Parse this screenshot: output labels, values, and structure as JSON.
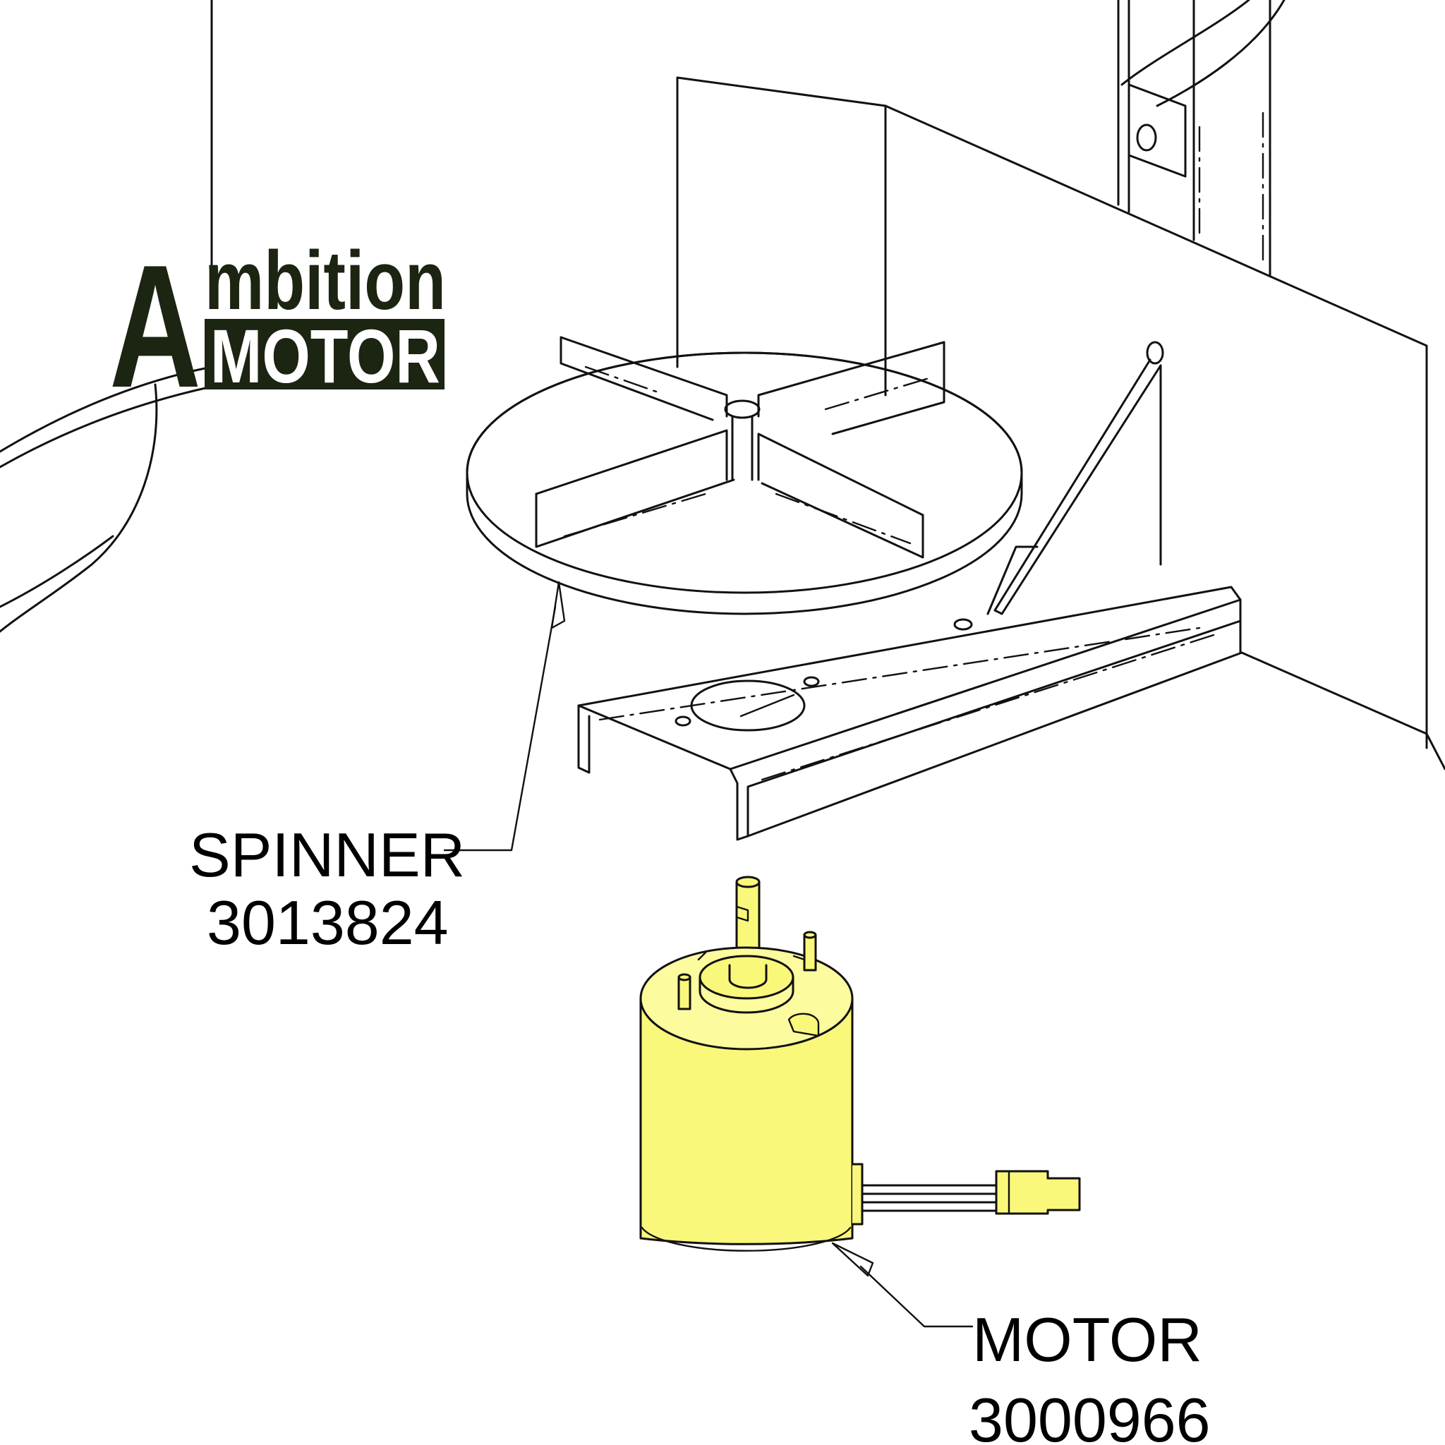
{
  "logo": {
    "line1": "Ambition",
    "line2": "MOTOR",
    "color": "#1c2412"
  },
  "callouts": [
    {
      "name": "SPINNER",
      "part_number": "3013824"
    },
    {
      "name": "MOTOR",
      "part_number": "3000966"
    }
  ],
  "colors": {
    "highlight": "#faf87a",
    "line": "#111111",
    "background": "#ffffff"
  }
}
